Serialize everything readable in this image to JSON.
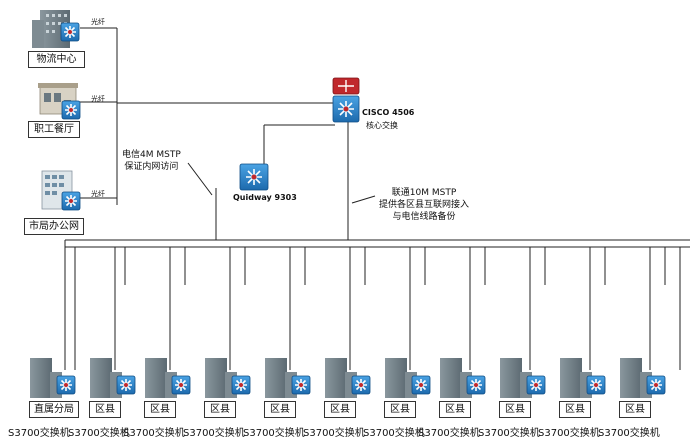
{
  "sites": {
    "logistics": "物流中心",
    "canteen": "职工餐厅",
    "office": "市局办公网"
  },
  "fiber_label": "光纤",
  "core": {
    "name": "CISCO 4506",
    "role": "核心交换"
  },
  "quidway": {
    "name": "Quidway 9303"
  },
  "telecom_note": [
    "电信4M MSTP",
    "保证内网访问"
  ],
  "unicom_note": [
    "联通10M MSTP",
    "提供各区县互联网接入",
    "与电信线路备份"
  ],
  "branches": [
    {
      "label": "直属分局",
      "switch": "S3700交换机"
    },
    {
      "label": "区县",
      "switch": "S3700交换机"
    },
    {
      "label": "区县",
      "switch": "S3700交换机"
    },
    {
      "label": "区县",
      "switch": "S3700交换机"
    },
    {
      "label": "区县",
      "switch": "S3700交换机"
    },
    {
      "label": "区县",
      "switch": "S3700交换机"
    },
    {
      "label": "区县",
      "switch": "S3700交换机"
    },
    {
      "label": "区县",
      "switch": "S3700交换机"
    },
    {
      "label": "区县",
      "switch": "S3700交换机"
    },
    {
      "label": "区县",
      "switch": "S3700交换机"
    },
    {
      "label": "区县",
      "switch": "S3700交换机"
    }
  ],
  "colors": {
    "switch_blue": "#2a7ec6",
    "router_red": "#c0282c",
    "building_gray": "#6f7d85"
  }
}
